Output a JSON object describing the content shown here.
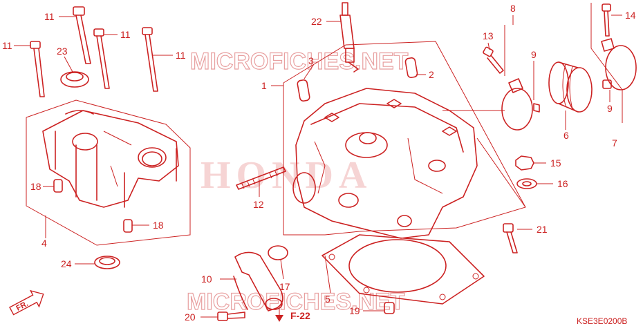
{
  "watermarks": {
    "brand": "HONDA",
    "site": "MICROFICHES.NET"
  },
  "callouts": {
    "c1": "1",
    "c2": "2",
    "c3": "3",
    "c4": "4",
    "c5": "5",
    "c6": "6",
    "c7": "7",
    "c8": "8",
    "c9a": "9",
    "c9b": "9",
    "c10": "10",
    "c11a": "11",
    "c11b": "11",
    "c11c": "11",
    "c11d": "11",
    "c12": "12",
    "c13": "13",
    "c14": "14",
    "c15": "15",
    "c16": "16",
    "c17": "17",
    "c18a": "18",
    "c18b": "18",
    "c19": "19",
    "c20": "20",
    "c21": "21",
    "c22": "22",
    "c23": "23",
    "c24": "24"
  },
  "references": {
    "frame_ref": "F-22",
    "direction": "FR.",
    "diagram_code": "KSE3E0200B"
  },
  "colors": {
    "line": "#cc2222",
    "watermark": "#e8a0a0"
  }
}
